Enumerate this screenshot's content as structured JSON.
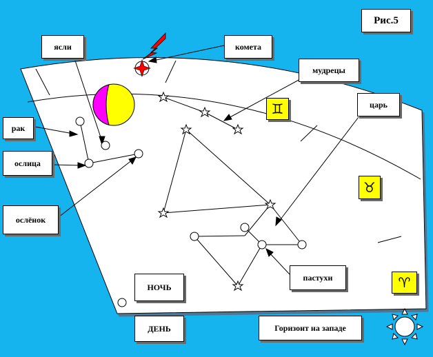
{
  "figure": {
    "title": "Рис.5"
  },
  "labels": {
    "yasli": "ясли",
    "kometa": "комета",
    "mudretsy": "мудрецы",
    "rak": "рак",
    "tsar": "царь",
    "oslitsa": "ослица",
    "oslenok": "ослёнок",
    "pastukhi": "пастухи",
    "noch": "НОЧЬ",
    "den": "ДЕНЬ",
    "horizon": "Горизонт на западе"
  },
  "zodiac": {
    "gemini": "♊",
    "taurus": "♉",
    "aries": "♈"
  },
  "colors": {
    "background": "#15b4ee",
    "sky": "#ffffff",
    "zodiac_box": "#ffff00",
    "moon_light": "#ffff00",
    "moon_dark": "#ff00ff",
    "comet_body": "#ff0000",
    "comet_tail": "#ff0000",
    "star_outline": "#000000"
  },
  "icons": [
    "comet-icon",
    "moon-icon",
    "sun-icon",
    "star-icon",
    "circle-star-icon"
  ]
}
